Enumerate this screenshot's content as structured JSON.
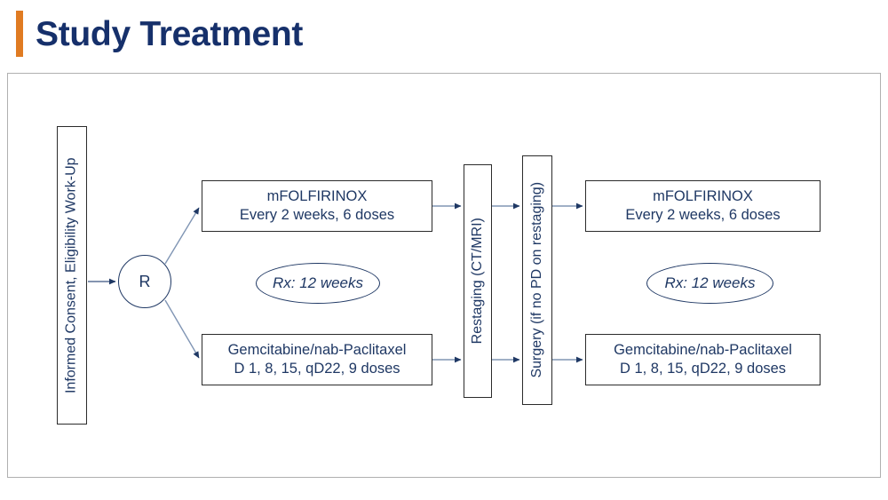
{
  "slide": {
    "title": "Study Treatment",
    "accent_color": "#E07B22",
    "title_color": "#16306B",
    "node_text_color": "#1F3864",
    "node_border_color": "#2B2B2B",
    "frame_border_color": "#B0B0B0"
  },
  "diagram": {
    "type": "clinical-trial-flow",
    "consent": {
      "label": "Informed Consent, Eligibility Work-Up",
      "orientation": "vertical"
    },
    "randomization": {
      "label": "R"
    },
    "arm_a_pre": {
      "line1": "mFOLFIRINOX",
      "line2": "Every 2 weeks, 6 doses"
    },
    "arm_b_pre": {
      "line1": "Gemcitabine/nab-Paclitaxel",
      "line2": "D 1, 8, 15, qD22, 9 doses"
    },
    "restaging": {
      "label": "Restaging (CT/MRI)",
      "orientation": "vertical"
    },
    "surgery": {
      "label": "Surgery (if no PD on restaging)",
      "orientation": "vertical"
    },
    "arm_a_post": {
      "line1": "mFOLFIRINOX",
      "line2": "Every 2 weeks, 6 doses"
    },
    "arm_b_post": {
      "line1": "Gemcitabine/nab-Paclitaxel",
      "line2": "D 1, 8, 15, qD22, 9 doses"
    },
    "annotation_pre": {
      "label": "Rx: 12 weeks"
    },
    "annotation_post": {
      "label": "Rx: 12 weeks"
    }
  }
}
